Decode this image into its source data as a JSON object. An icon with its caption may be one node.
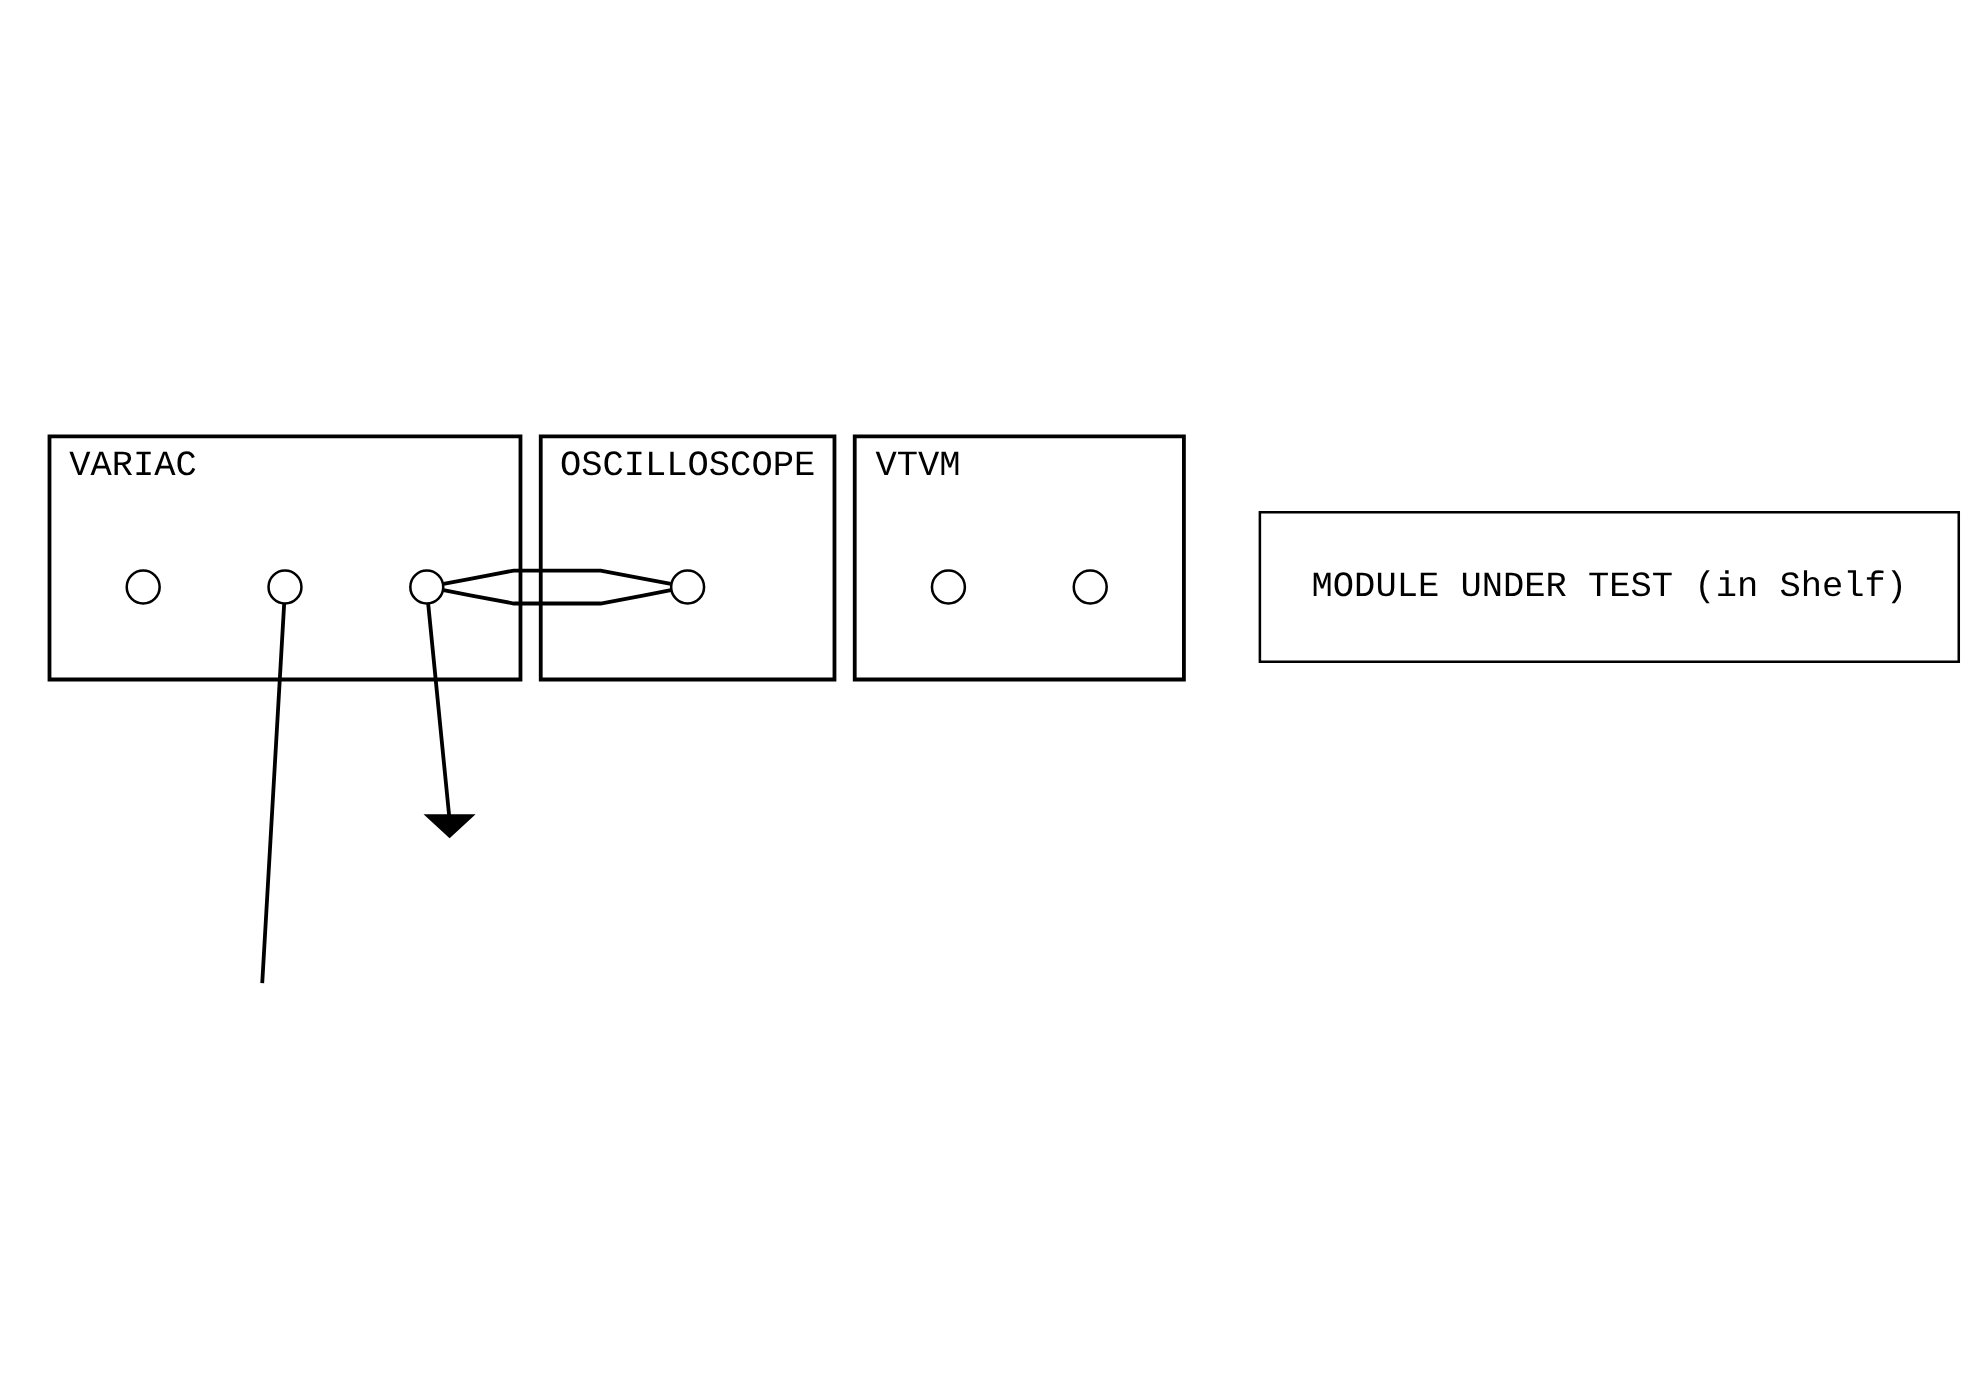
{
  "diagram": {
    "nodes": [
      {
        "text": [
          "VARIAC"
        ]
      },
      {
        "text": [],
        "shape": "circle",
        "in": 0
      },
      {
        "text": [],
        "shape": "circle",
        "in": 0
      },
      {
        "text": [],
        "shape": "circle",
        "in": 0
      },
      {
        "text": [
          "OSCILLOSCOPE"
        ]
      },
      {
        "text": [],
        "shape": "circle",
        "in": 4
      },
      {
        "text": [
          "VTVM"
        ]
      },
      {
        "text": [],
        "shape": "circle",
        "in": 6
      },
      {
        "text": [],
        "shape": "circle",
        "in": 6
      },
      {
        "text": [
          "MODULE UNDER TEST (in Shelf)"
        ]
      },
      {
        "text": [],
        "shape": "ground"
      }
    ],
    "edges": [
      {
        "from": 3,
        "to": 5,
        "arrow": "none"
      },
      {
        "from": 3,
        "to": 10,
        "arrow": "none"
      },
      {
        "from": 2,
        "to": null,
        "arrow": "none"
      }
    ]
  }
}
